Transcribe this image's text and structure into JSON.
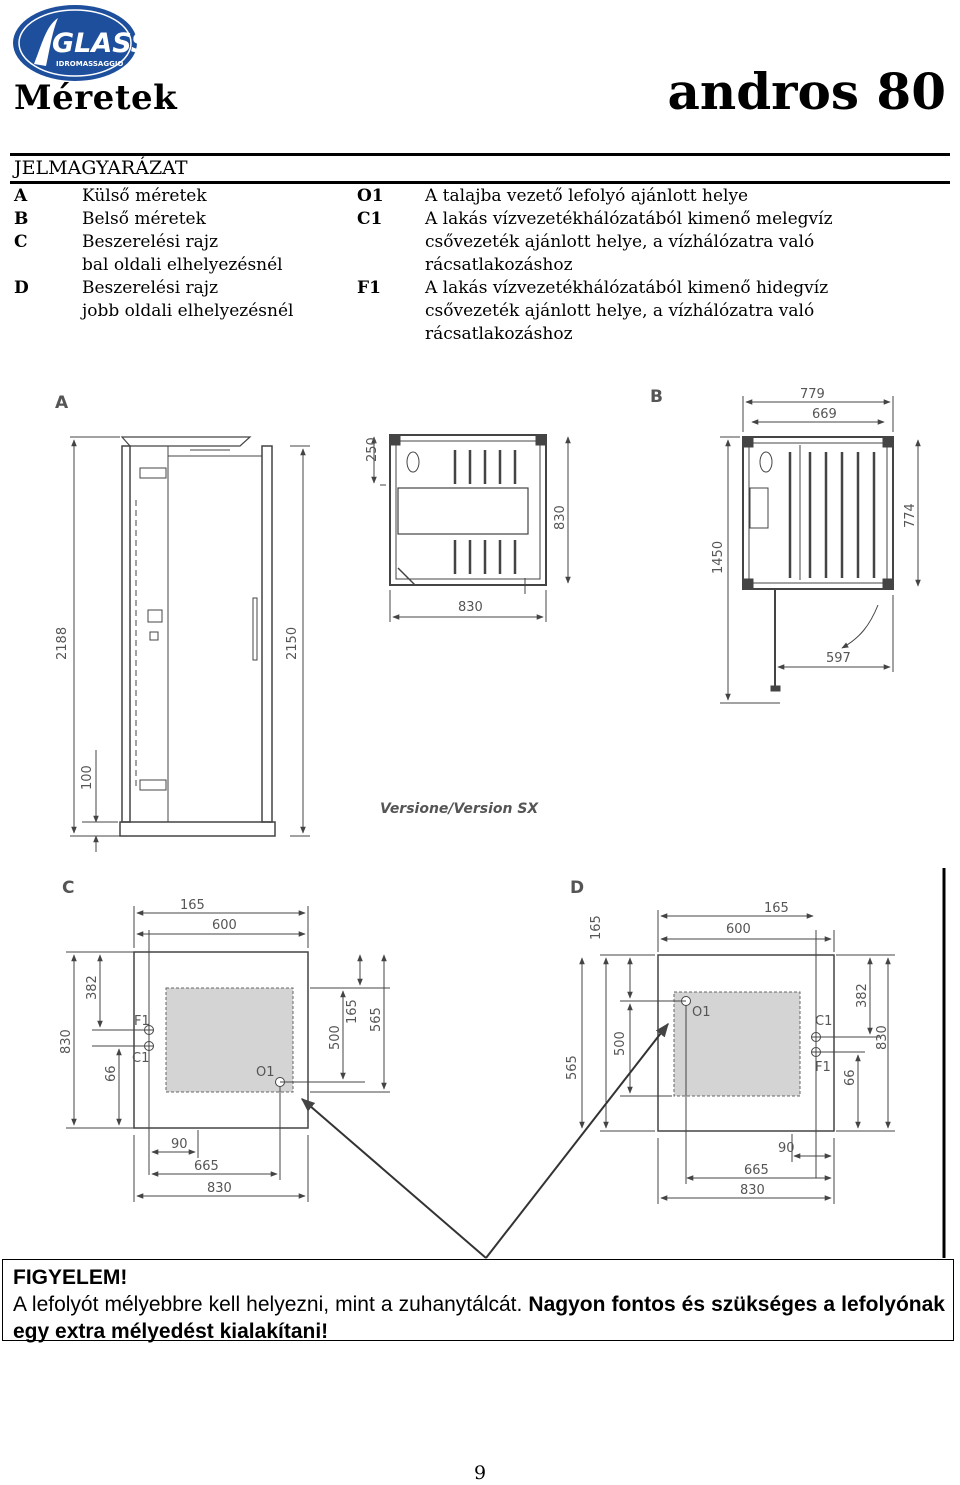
{
  "logo": {
    "brand": "GLASS",
    "sub": "IDROMASSAGGIO"
  },
  "header": {
    "section_title": "Méretek",
    "model": "andros 80"
  },
  "legend": {
    "heading": "JELMAGYARÁZAT",
    "left": [
      {
        "key": "A",
        "text": "Külső méretek"
      },
      {
        "key": "B",
        "text": "Belső méretek"
      },
      {
        "key": "C",
        "text": "Beszerelési rajz",
        "text2": "bal oldali elhelyezésnél"
      },
      {
        "key": "D",
        "text": "Beszerelési rajz",
        "text2": "jobb oldali elhelyezésnél"
      }
    ],
    "right": [
      {
        "key": "O1",
        "lines": [
          "A talajba vezető lefolyó ajánlott helye"
        ]
      },
      {
        "key": "C1",
        "lines": [
          "A lakás vízvezetékhálózatából kimenő melegvíz",
          "csővezeték ajánlott helye, a vízhálózatra való",
          "rácsatlakozáshoz"
        ]
      },
      {
        "key": "F1",
        "lines": [
          "A lakás vízvezetékhálózatából kimenő hidegvíz",
          "csővezeték ajánlott helye, a vízhálózatra való",
          "rácsatlakozáshoz"
        ]
      }
    ]
  },
  "drawings": {
    "A": {
      "label": "A",
      "dims": [
        "2188",
        "2150",
        "100",
        "250",
        "830",
        "830"
      ]
    },
    "B": {
      "label": "B",
      "dims": [
        "779",
        "669",
        "774",
        "1450",
        "597"
      ]
    },
    "version": "Versione/Version SX",
    "C": {
      "label": "C",
      "dims": [
        "165",
        "600",
        "382",
        "830",
        "66",
        "165",
        "500",
        "565",
        "90",
        "665",
        "830"
      ],
      "marks": [
        "F1",
        "C1",
        "O1"
      ]
    },
    "D": {
      "label": "D",
      "dims": [
        "165",
        "165",
        "600",
        "382",
        "830",
        "500",
        "565",
        "66",
        "90",
        "665",
        "830"
      ],
      "marks": [
        "O1",
        "C1",
        "F1"
      ]
    }
  },
  "warning": {
    "heading": "FIGYELEM!",
    "text": "A lefolyót mélyebbre kell helyezni, mint a zuhanytálcát.",
    "bold_text": "Nagyon fontos és szükséges a lefolyónak egy extra mélyedést kialakítani!"
  },
  "page_number": "9"
}
